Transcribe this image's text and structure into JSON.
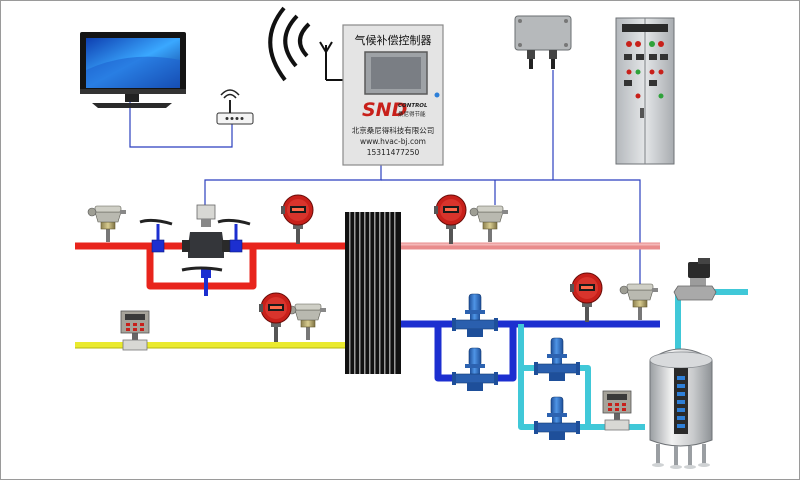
{
  "controller": {
    "title": "气候补偿控制器",
    "logo_main": "SND",
    "logo_sub_en": "CONTROL",
    "logo_sub_cn": "桑尼得节能",
    "company": "北京桑尼得科技有限公司",
    "website": "www.hvac-bj.com",
    "phone": "15311477250"
  },
  "icons": [
    "monitor-icon",
    "wifi-router-icon",
    "wireless-signal-icon",
    "antenna-icon",
    "outdoor-sensor-box-icon",
    "electrical-cabinet-icon",
    "heat-exchanger-icon",
    "temperature-sensor-icon",
    "pressure-transmitter-icon",
    "motorized-valve-icon",
    "manual-valve-icon",
    "pump-icon",
    "flow-meter-icon",
    "solenoid-valve-icon",
    "expansion-tank-icon"
  ],
  "colors": {
    "hot_supply_pipe": "#e8241c",
    "hot_return_pipe": "#e98c8c",
    "secondary_supply_pipe": "#1c2fd0",
    "makeup_water_pipe": "#40c8d8",
    "gas_pipe": "#eaea2e",
    "signal_wire": "#2b3fbf",
    "pump_body": "#2a6fc8",
    "transmitter_red": "#c8201a"
  }
}
